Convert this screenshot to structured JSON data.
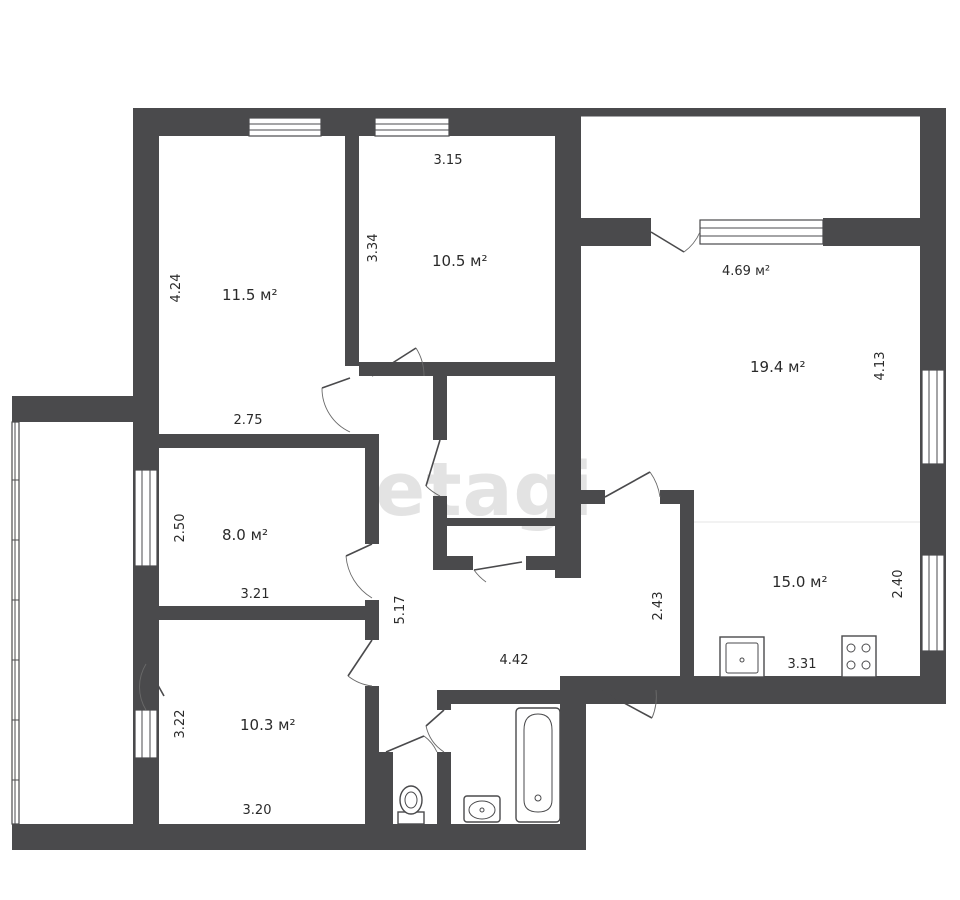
{
  "watermark": "etagi",
  "rooms": [
    {
      "id": "room-1",
      "area": "11.5 м²",
      "dims": [
        "4.24",
        "2.75"
      ]
    },
    {
      "id": "room-2",
      "area": "10.5 м²",
      "dims": [
        "3.15",
        "3.34"
      ]
    },
    {
      "id": "room-3",
      "area": "8.0 м²",
      "dims": [
        "2.50",
        "3.21"
      ]
    },
    {
      "id": "room-4",
      "area": "10.3 м²",
      "dims": [
        "3.22",
        "3.20"
      ]
    },
    {
      "id": "living",
      "area": "19.4 м²",
      "dims": [
        "4.13"
      ]
    },
    {
      "id": "balcony",
      "area": "4.69 м²",
      "dims": []
    },
    {
      "id": "kitchen",
      "area": "15.0 м²",
      "dims": [
        "2.40",
        "3.31"
      ]
    },
    {
      "id": "hall",
      "area": "",
      "dims": [
        "5.17",
        "4.42",
        "2.43"
      ]
    }
  ]
}
